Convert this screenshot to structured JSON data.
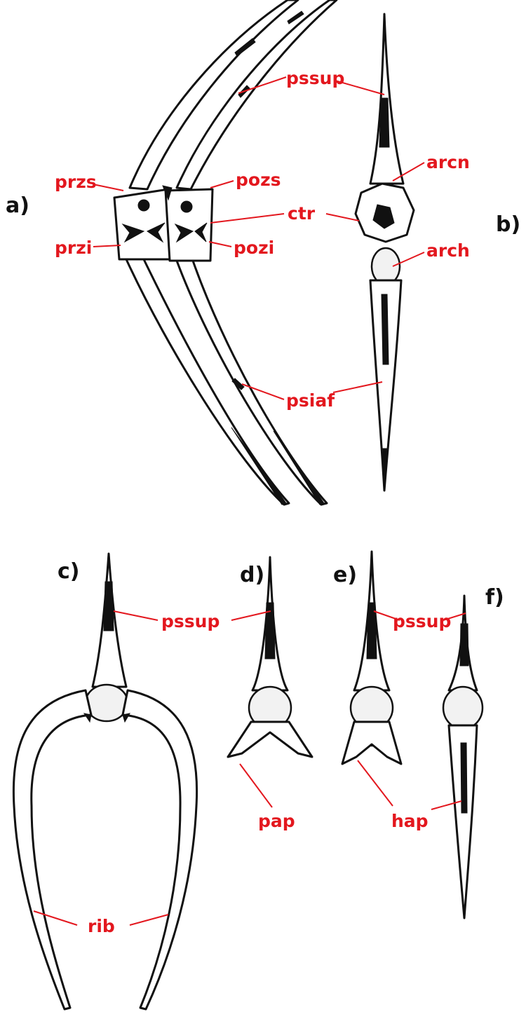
{
  "colors": {
    "label": "#e3171e",
    "ink": "#111111",
    "background": "#ffffff"
  },
  "panels": {
    "a": "a)",
    "b": "b)",
    "c": "c)",
    "d": "d)",
    "e": "e)",
    "f": "f)"
  },
  "labels": {
    "pssup_b": "pssup",
    "przs": "przs",
    "pozs": "pozs",
    "ctr": "ctr",
    "arcn": "arcn",
    "arch": "arch",
    "przi": "przi",
    "pozi": "pozi",
    "psiaf": "psiaf",
    "pssup_cd": "pssup",
    "pssup_ef": "pssup",
    "pap": "pap",
    "hap": "hap",
    "rib": "rib"
  }
}
